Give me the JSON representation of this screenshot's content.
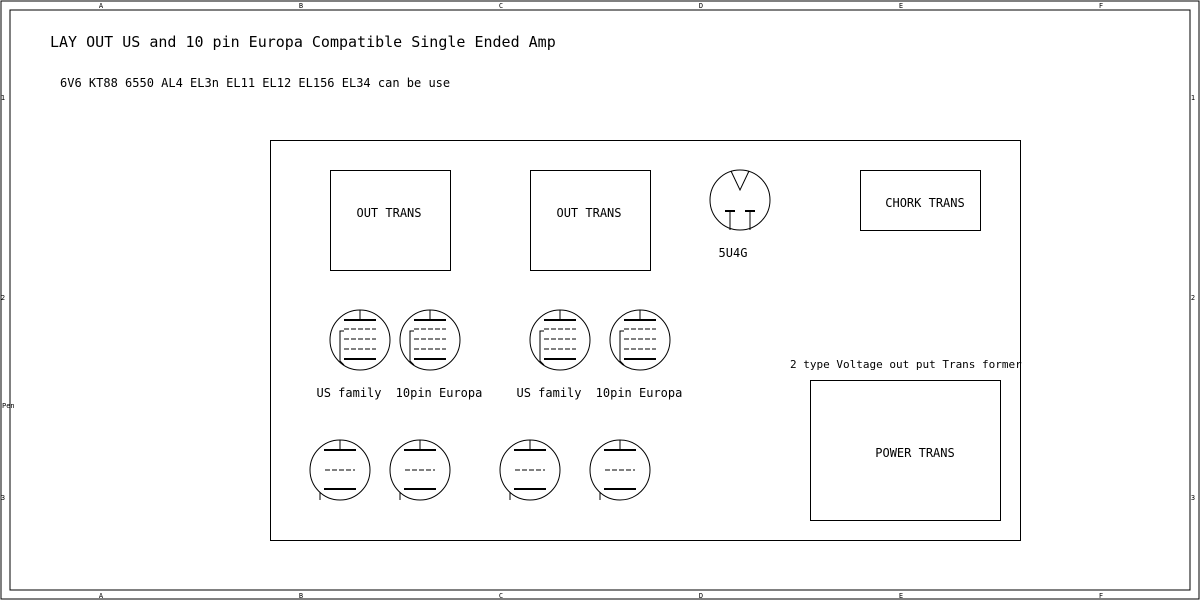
{
  "title": "LAY OUT US and 10 pin Europa  Compatible Single Ended Amp",
  "subtitle": "6V6 KT88 6550 AL4 EL3n EL11 EL12 EL156 EL34 can be use",
  "border": {
    "columns": [
      "A",
      "B",
      "C",
      "D",
      "E",
      "F"
    ],
    "rows": [
      "1",
      "2",
      "3"
    ],
    "left_mark": "Pen"
  },
  "components": {
    "out_trans_1": "OUT TRANS",
    "out_trans_2": "OUT TRANS",
    "rectifier": "5U4G",
    "choke_trans": "CHORK TRANS",
    "power_trans_note": "2 type Voltage out put Trans former",
    "power_trans": "POWER TRANS",
    "tube_labels": [
      "US family",
      "10pin Europa",
      "US family",
      "10pin Europa"
    ]
  }
}
